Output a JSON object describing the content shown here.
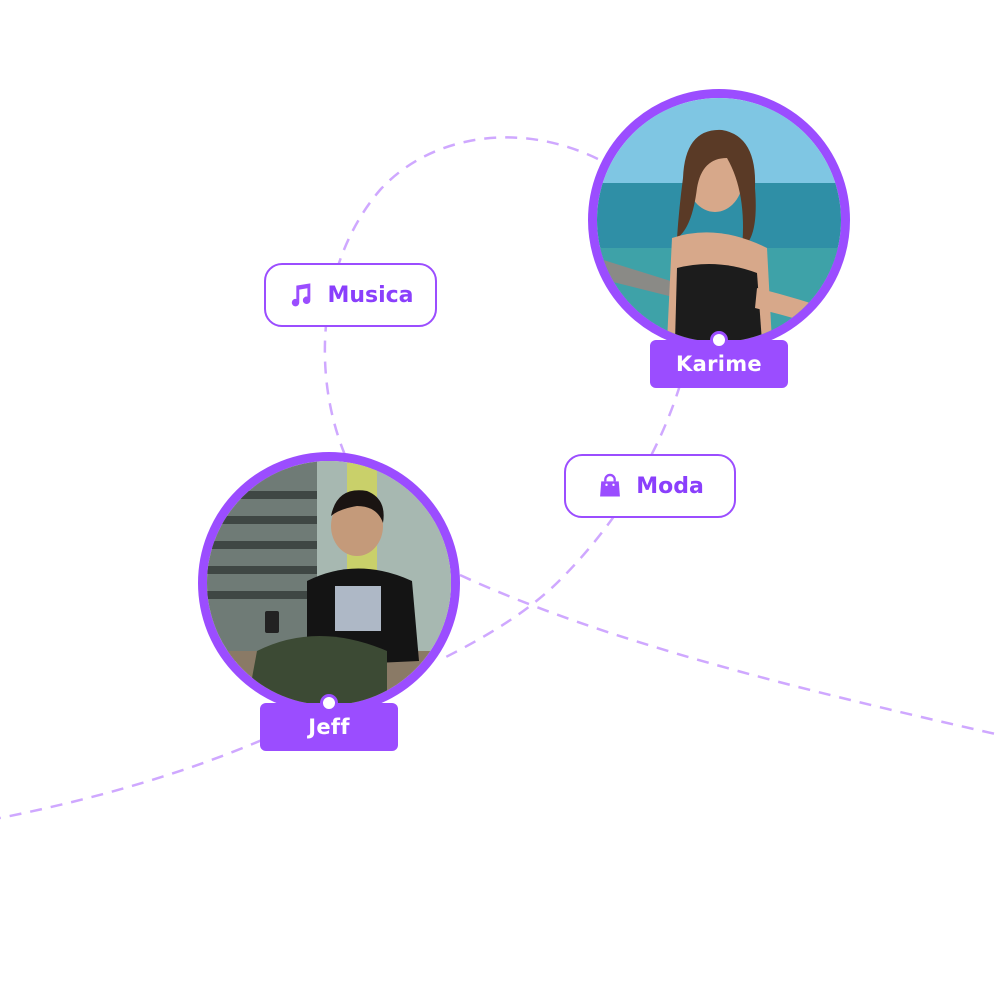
{
  "colors": {
    "accent": "#9b4dff",
    "dashed_line": "#cfa8ff",
    "label_text": "#8a3ffc",
    "tag_text": "#ffffff"
  },
  "users": [
    {
      "name": "Jeff",
      "photo": "young man in black t-shirt sitting with phone and earphones"
    },
    {
      "name": "Karime",
      "photo": "smiling woman with sea in the background"
    }
  ],
  "interests": [
    {
      "label": "Musica",
      "icon": "music-note-icon"
    },
    {
      "label": "Moda",
      "icon": "shopping-bag-icon"
    }
  ]
}
